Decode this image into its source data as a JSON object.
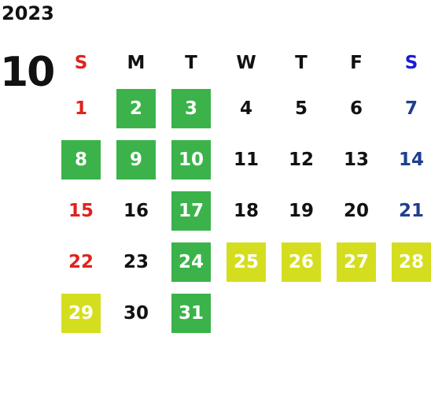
{
  "year": "2023",
  "month": "10",
  "colors": {
    "sunday": "#e0221f",
    "saturday_header": "#1a1adc",
    "saturday": "#1f3f8f",
    "weekday": "#111111",
    "green_highlight": "#3bb34a",
    "yellow_highlight": "#d4de1e"
  },
  "weekdays": [
    {
      "label": "S",
      "color": "#e0221f"
    },
    {
      "label": "M",
      "color": "#111111"
    },
    {
      "label": "T",
      "color": "#111111"
    },
    {
      "label": "W",
      "color": "#111111"
    },
    {
      "label": "T",
      "color": "#111111"
    },
    {
      "label": "F",
      "color": "#111111"
    },
    {
      "label": "S",
      "color": "#1a1adc"
    }
  ],
  "weeks": [
    [
      {
        "d": "1",
        "style": "sun"
      },
      {
        "d": "2",
        "style": "green"
      },
      {
        "d": "3",
        "style": "green"
      },
      {
        "d": "4",
        "style": ""
      },
      {
        "d": "5",
        "style": ""
      },
      {
        "d": "6",
        "style": ""
      },
      {
        "d": "7",
        "style": "sat"
      }
    ],
    [
      {
        "d": "8",
        "style": "green"
      },
      {
        "d": "9",
        "style": "green"
      },
      {
        "d": "10",
        "style": "green"
      },
      {
        "d": "11",
        "style": ""
      },
      {
        "d": "12",
        "style": ""
      },
      {
        "d": "13",
        "style": ""
      },
      {
        "d": "14",
        "style": "sat"
      }
    ],
    [
      {
        "d": "15",
        "style": "sun"
      },
      {
        "d": "16",
        "style": ""
      },
      {
        "d": "17",
        "style": "green"
      },
      {
        "d": "18",
        "style": ""
      },
      {
        "d": "19",
        "style": ""
      },
      {
        "d": "20",
        "style": ""
      },
      {
        "d": "21",
        "style": "sat"
      }
    ],
    [
      {
        "d": "22",
        "style": "sun"
      },
      {
        "d": "23",
        "style": ""
      },
      {
        "d": "24",
        "style": "green"
      },
      {
        "d": "25",
        "style": "yellow"
      },
      {
        "d": "26",
        "style": "yellow"
      },
      {
        "d": "27",
        "style": "yellow"
      },
      {
        "d": "28",
        "style": "yellow"
      }
    ],
    [
      {
        "d": "29",
        "style": "yellow"
      },
      {
        "d": "30",
        "style": ""
      },
      {
        "d": "31",
        "style": "green"
      },
      {
        "d": "",
        "style": ""
      },
      {
        "d": "",
        "style": ""
      },
      {
        "d": "",
        "style": ""
      },
      {
        "d": "",
        "style": ""
      }
    ]
  ]
}
